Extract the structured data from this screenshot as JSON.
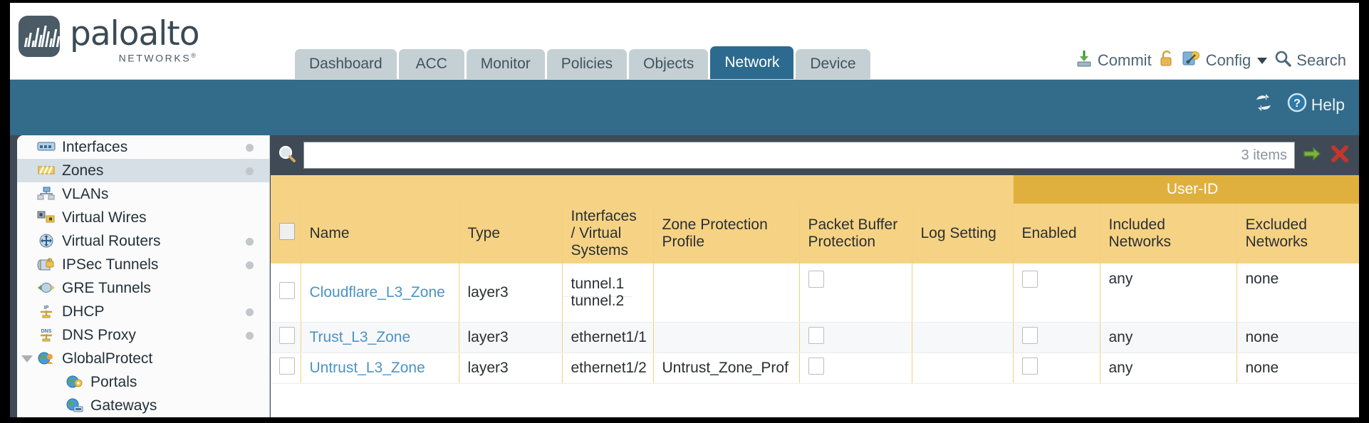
{
  "brand": {
    "name": "paloalto",
    "subtitle": "NETWORKS",
    "registered": "®",
    "logo_color": "#4a5b66"
  },
  "header": {
    "tabs": [
      {
        "label": "Dashboard",
        "active": false
      },
      {
        "label": "ACC",
        "active": false
      },
      {
        "label": "Monitor",
        "active": false
      },
      {
        "label": "Policies",
        "active": false
      },
      {
        "label": "Objects",
        "active": false
      },
      {
        "label": "Network",
        "active": true
      },
      {
        "label": "Device",
        "active": false
      }
    ],
    "toolbar": {
      "commit_label": "Commit",
      "commit_icon": "commit-download-icon",
      "lock_icon": "lock-icon",
      "config_label": "Config",
      "config_icon": "config-wrench-icon",
      "search_label": "Search",
      "search_icon": "search-magnifier-icon"
    },
    "banner": {
      "refresh_icon": "refresh-icon",
      "help_label": "Help",
      "help_icon": "help-question-icon"
    },
    "accent_active_tab": "#2d6a8f",
    "accent_tab": "#c4d0d4",
    "banner_color": "#336b8a"
  },
  "sidebar": {
    "items": [
      {
        "label": "Interfaces",
        "icon": "interfaces-icon",
        "dot": true,
        "selected": false,
        "child": false,
        "expander": false
      },
      {
        "label": "Zones",
        "icon": "zones-icon",
        "dot": true,
        "selected": true,
        "child": false,
        "expander": false
      },
      {
        "label": "VLANs",
        "icon": "vlans-icon",
        "dot": false,
        "selected": false,
        "child": false,
        "expander": false
      },
      {
        "label": "Virtual Wires",
        "icon": "virtual-wires-icon",
        "dot": false,
        "selected": false,
        "child": false,
        "expander": false
      },
      {
        "label": "Virtual Routers",
        "icon": "virtual-routers-icon",
        "dot": true,
        "selected": false,
        "child": false,
        "expander": false
      },
      {
        "label": "IPSec Tunnels",
        "icon": "ipsec-tunnels-icon",
        "dot": true,
        "selected": false,
        "child": false,
        "expander": false
      },
      {
        "label": "GRE Tunnels",
        "icon": "gre-tunnels-icon",
        "dot": false,
        "selected": false,
        "child": false,
        "expander": false
      },
      {
        "label": "DHCP",
        "icon": "dhcp-icon",
        "dot": true,
        "selected": false,
        "child": false,
        "expander": false
      },
      {
        "label": "DNS Proxy",
        "icon": "dns-proxy-icon",
        "dot": true,
        "selected": false,
        "child": false,
        "expander": false
      },
      {
        "label": "GlobalProtect",
        "icon": "globalprotect-icon",
        "dot": false,
        "selected": false,
        "child": false,
        "expander": true
      },
      {
        "label": "Portals",
        "icon": "portals-icon",
        "dot": false,
        "selected": false,
        "child": true,
        "expander": false
      },
      {
        "label": "Gateways",
        "icon": "gateways-icon",
        "dot": false,
        "selected": false,
        "child": true,
        "expander": false
      }
    ]
  },
  "search": {
    "icon": "search-magnifier-icon",
    "value": "",
    "placeholder": "",
    "items_count": "3 items",
    "apply_icon": "apply-arrow-icon",
    "clear_icon": "clear-x-icon"
  },
  "table": {
    "group_header": {
      "label": "User-ID",
      "span": 3,
      "color": "#e0b03f"
    },
    "columns": [
      "Name",
      "Type",
      "Interfaces / Virtual Systems",
      "Zone Protection Profile",
      "Packet Buffer Protection",
      "Log Setting",
      "Enabled",
      "Included Networks",
      "Excluded Networks"
    ],
    "header_color": "#f6d384",
    "rows": [
      {
        "name": "Cloudflare_L3_Zone",
        "type": "layer3",
        "interfaces": [
          "tunnel.1",
          "tunnel.2"
        ],
        "zone_protection_profile": "",
        "packet_buffer_protection": false,
        "log_setting": "",
        "userid_enabled": false,
        "included_networks": "any",
        "excluded_networks": "none"
      },
      {
        "name": "Trust_L3_Zone",
        "type": "layer3",
        "interfaces": [
          "ethernet1/1"
        ],
        "zone_protection_profile": "",
        "packet_buffer_protection": false,
        "log_setting": "",
        "userid_enabled": false,
        "included_networks": "any",
        "excluded_networks": "none"
      },
      {
        "name": "Untrust_L3_Zone",
        "type": "layer3",
        "interfaces": [
          "ethernet1/2"
        ],
        "zone_protection_profile": "Untrust_Zone_Prof",
        "packet_buffer_protection": false,
        "log_setting": "",
        "userid_enabled": false,
        "included_networks": "any",
        "excluded_networks": "none"
      }
    ]
  }
}
